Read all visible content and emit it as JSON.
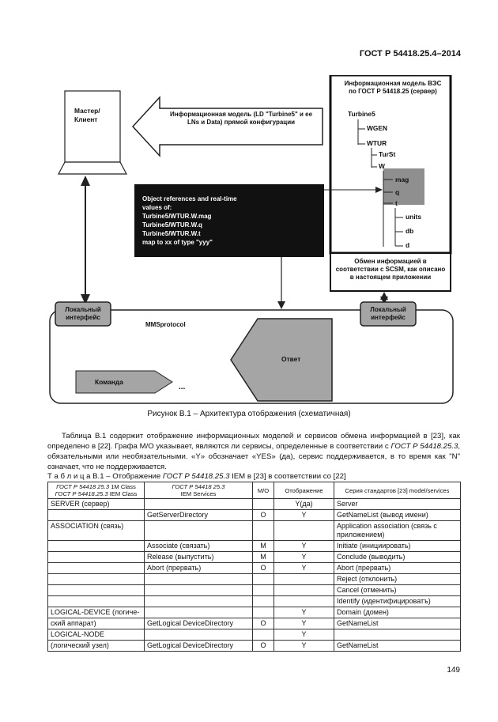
{
  "header": {
    "std_code": "ГОСТ Р 54418.25.4–2014"
  },
  "figure": {
    "master": "Мастер/\nКлиент",
    "arrow_text": "Информационная модель (LD \"Turbine5\" и ее LNs и Data) прямой конфигурации",
    "server_title": "Информационная модель ВЭС по ГОСТ Р 54418.25 (сервер)",
    "tree": [
      "Turbine5",
      "WGEN",
      "WTUR",
      "TurSt",
      "W",
      "mag",
      "q",
      "t",
      "units",
      "db",
      "d"
    ],
    "black_box": [
      "Object references and real-time",
      "values of:",
      "Turbine5/WTUR.W.mag",
      "Turbine5/WTUR.W.q",
      "Turbine5/WTUR.W.t",
      "map to xx of type \"yyy\""
    ],
    "exchange": "Обмен информацией в соответствии с SCSM, как описано в настоящем приложении",
    "local_left": "Локальный интерфейс",
    "local_right": "Локальный интерфейс",
    "mms": "MMSprotocol",
    "answer": "Ответ",
    "command": "Команда",
    "dots": "...",
    "caption": "Рисунок В.1 – Архитектура отображения (схематичная)"
  },
  "paragraph": {
    "p1": "Таблица В.1 содержит отображение информационных моделей и сервисов обмена информацией в [23], как определено в [22]. Графа М/О указывает, являются ли сервисы, определенные в соответствии с ",
    "p1_it": "ГОСТ Р 54418.25.3",
    "p2": ", обязательными или необязательными. «Y» обозначает «YES» (да), сервис поддерживается, в то время как \"N\" означает, что не поддерживается."
  },
  "table_caption": {
    "lead": "Т а б л и ц а  В.1 – Отображение ",
    "it": "ГОСТ Р 54418.25.3",
    "tail": " IEM в [23] в соответствии со [22]"
  },
  "table": {
    "headers": {
      "c1a_it": "ГОСТ Р 54418 25.3",
      "c1a": " 1M Class",
      "c1b_it": "ГОСТ Р 54418.25.3",
      "c1b": " IEM Class",
      "c2_it": "ГОСТ Р 54418 25.3",
      "c2": " IEM Services",
      "c3": "M/O",
      "c4": "Отображение",
      "c5": "Серия стандартов [23] model/services"
    },
    "rows": [
      [
        "SERVER (сервер)",
        "",
        "",
        "Y(да)",
        "Server"
      ],
      [
        "",
        "GetServerDirectory",
        "O",
        "Y",
        "GetNameList (вывод имени)"
      ],
      [
        "ASSOCIATION (связь)",
        "",
        "",
        "",
        "Application association (связь с приложением)"
      ],
      [
        "",
        "Associate (связать)",
        "M",
        "Y",
        "Initiate (инициировать)"
      ],
      [
        "",
        "Release  (выпустить)",
        "M",
        "Y",
        "Conclude (выводить)"
      ],
      [
        "",
        "Abort  (прервать)",
        "O",
        "Y",
        "Abort  (прервать)"
      ],
      [
        "",
        "",
        "",
        "",
        "Reject  (отклонить)"
      ],
      [
        "",
        "",
        "",
        "",
        "Cancel  (отменить)"
      ],
      [
        "",
        "",
        "",
        "",
        "Identify (идентифицироватъ)"
      ],
      [
        "LOGICAL-DEVICE (логиче-",
        "",
        "",
        "Y",
        "Domain  (домен)"
      ],
      [
        "ский аппарат)",
        "GetLogical DeviceDirectory",
        "O",
        "Y",
        "GetNameList"
      ],
      [
        "LOGICAL-NODE",
        "",
        "",
        "Y",
        ""
      ],
      [
        "(логический узел)",
        "GetLogical DeviceDirectory",
        "O",
        "Y",
        "GetNameList"
      ]
    ]
  },
  "page_number": "149"
}
